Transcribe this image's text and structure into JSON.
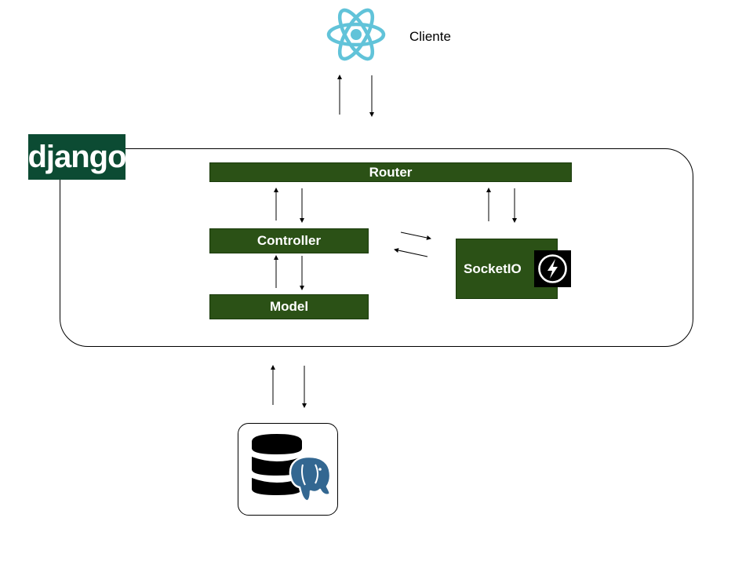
{
  "client": {
    "label": "Cliente",
    "icon": "react-icon"
  },
  "framework": {
    "logo_text": "django",
    "color": "#0c4b33"
  },
  "components": {
    "router": "Router",
    "controller": "Controller",
    "model": "Model",
    "socketio": "SocketIO"
  },
  "icons": {
    "socketio": "socketio-icon",
    "database": "database-icon",
    "postgres": "postgresql-elephant-icon"
  },
  "colors": {
    "box": "#2b5116",
    "react": "#61c3d9",
    "postgres": "#336791"
  }
}
